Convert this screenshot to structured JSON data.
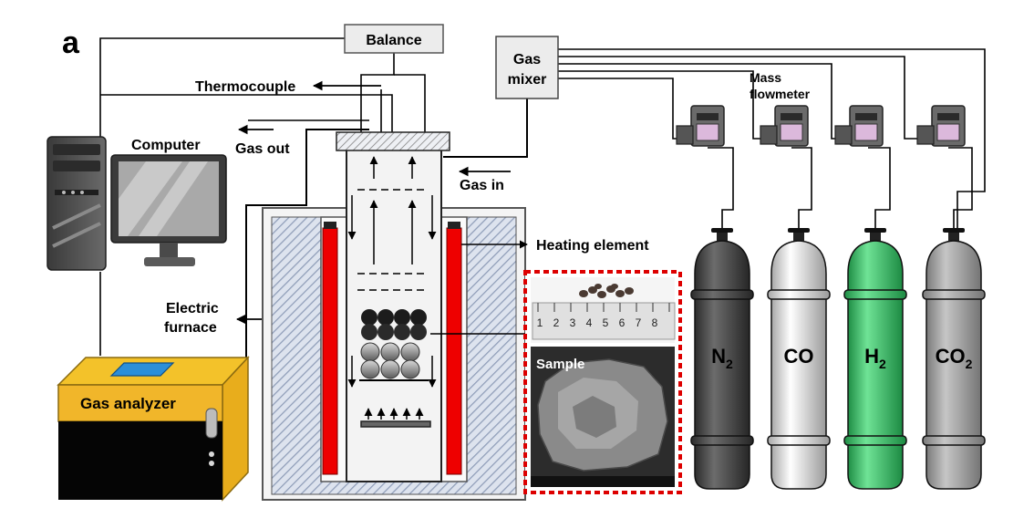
{
  "panel_label": "a",
  "labels": {
    "balance": "Balance",
    "thermocouple": "Thermocouple",
    "computer": "Computer",
    "gas_out": "Gas out",
    "gas_in": "Gas in",
    "gas_mixer_line1": "Gas",
    "gas_mixer_line2": "mixer",
    "mass_flowmeter_line1": "Mass",
    "mass_flowmeter_line2": "flowmeter",
    "heating_element": "Heating element",
    "electric_furnace_line1": "Electric",
    "electric_furnace_line2": "furnace",
    "gas_analyzer": "Gas analyzer",
    "sample": "Sample"
  },
  "ruler_numbers": [
    "1",
    "2",
    "3",
    "4",
    "5",
    "6",
    "7",
    "8"
  ],
  "cylinders": [
    {
      "id": "n2",
      "base": "N",
      "sub": "2",
      "color": "#4a4a4a"
    },
    {
      "id": "co",
      "base": "CO",
      "sub": "",
      "color": "#e6e6e6"
    },
    {
      "id": "h2",
      "base": "H",
      "sub": "2",
      "color": "#3cb862"
    },
    {
      "id": "co2",
      "base": "CO",
      "sub": "2",
      "color": "#9c9c9c"
    }
  ],
  "colors": {
    "heater": "#ee0000",
    "furnace_hatch": "#8f9db8",
    "analyzer_top": "#f3c22a",
    "analyzer_front": "#e8ad1c",
    "analyzer_screen": "#2c8fd8",
    "flowmeter_display": "#dcb9dc",
    "dashed_box": "#dd0000"
  }
}
